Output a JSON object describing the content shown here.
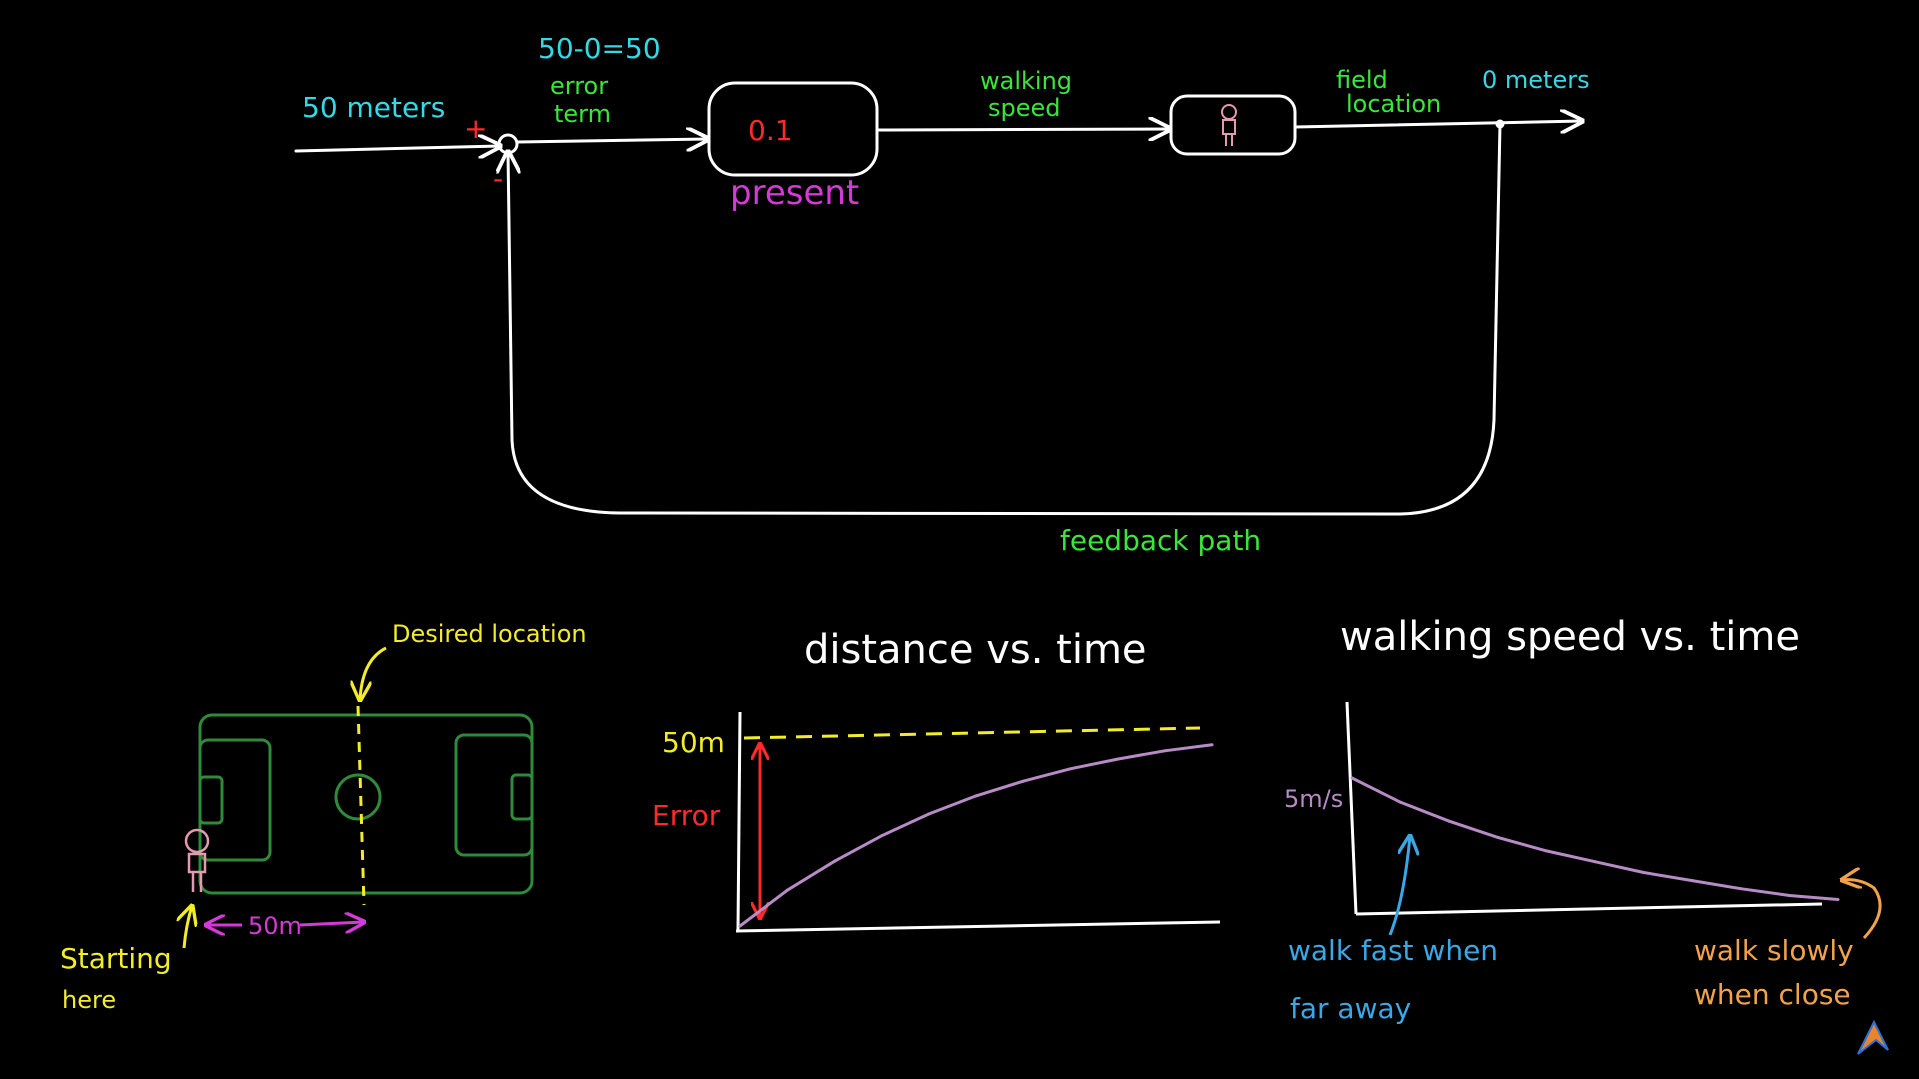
{
  "colors": {
    "background": "#000000",
    "line": "#ffffff",
    "green": "#39e639",
    "cyan": "#35d9e6",
    "red": "#ff2a2a",
    "magenta": "#d63ad6",
    "yellow": "#f2ec2a",
    "pink": "#e49ab0",
    "purple": "#b78bc6",
    "blue": "#3aa7e6",
    "orange": "#f2a24a",
    "field": "#2f8a3a"
  },
  "top_diagram": {
    "input_label": "50 meters",
    "plus_sign": "+",
    "minus_sign": "-",
    "equation": "50-0=50",
    "error_term_line1": "error",
    "error_term_line2": "term",
    "gain_value": "0.1",
    "block_label": "present",
    "walking_speed_line1": "walking",
    "walking_speed_line2": "speed",
    "field_location_line1": "field",
    "field_location_line2": "location",
    "output_label": "0 meters",
    "feedback_label": "feedback path"
  },
  "field_sketch": {
    "desired_label": "Desired location",
    "starting_line1": "Starting",
    "starting_line2": "here",
    "distance_label": "50m"
  },
  "distance_chart": {
    "title": "distance vs. time",
    "target_label": "50m",
    "error_label": "Error"
  },
  "speed_chart": {
    "title": "walking speed vs. time",
    "start_label": "5m/s",
    "fast_line1": "walk fast when",
    "fast_line2": "far away",
    "slow_line1": "walk slowly",
    "slow_line2": "when close"
  },
  "chart_data": [
    {
      "type": "line",
      "title": "distance vs. time",
      "xlabel": "",
      "ylabel": "",
      "target": 50,
      "target_label": "50m",
      "ylim": [
        0,
        50
      ],
      "series": [
        {
          "x": [
            0,
            1,
            2,
            3,
            4,
            5,
            6,
            7,
            8,
            9,
            10
          ],
          "values": [
            0,
            9.5,
            17.2,
            24.0,
            29.8,
            34.6,
            38.5,
            41.8,
            44.4,
            46.6,
            48.2
          ]
        }
      ]
    },
    {
      "type": "line",
      "title": "walking speed vs. time",
      "xlabel": "",
      "ylabel": "",
      "start_label": "5m/s",
      "ylim": [
        0,
        6
      ],
      "series": [
        {
          "x": [
            0,
            1,
            2,
            3,
            4,
            5,
            6,
            7,
            8,
            9,
            10
          ],
          "values": [
            5.0,
            4.1,
            3.4,
            2.8,
            2.3,
            1.9,
            1.5,
            1.2,
            0.9,
            0.65,
            0.5
          ]
        }
      ]
    }
  ]
}
